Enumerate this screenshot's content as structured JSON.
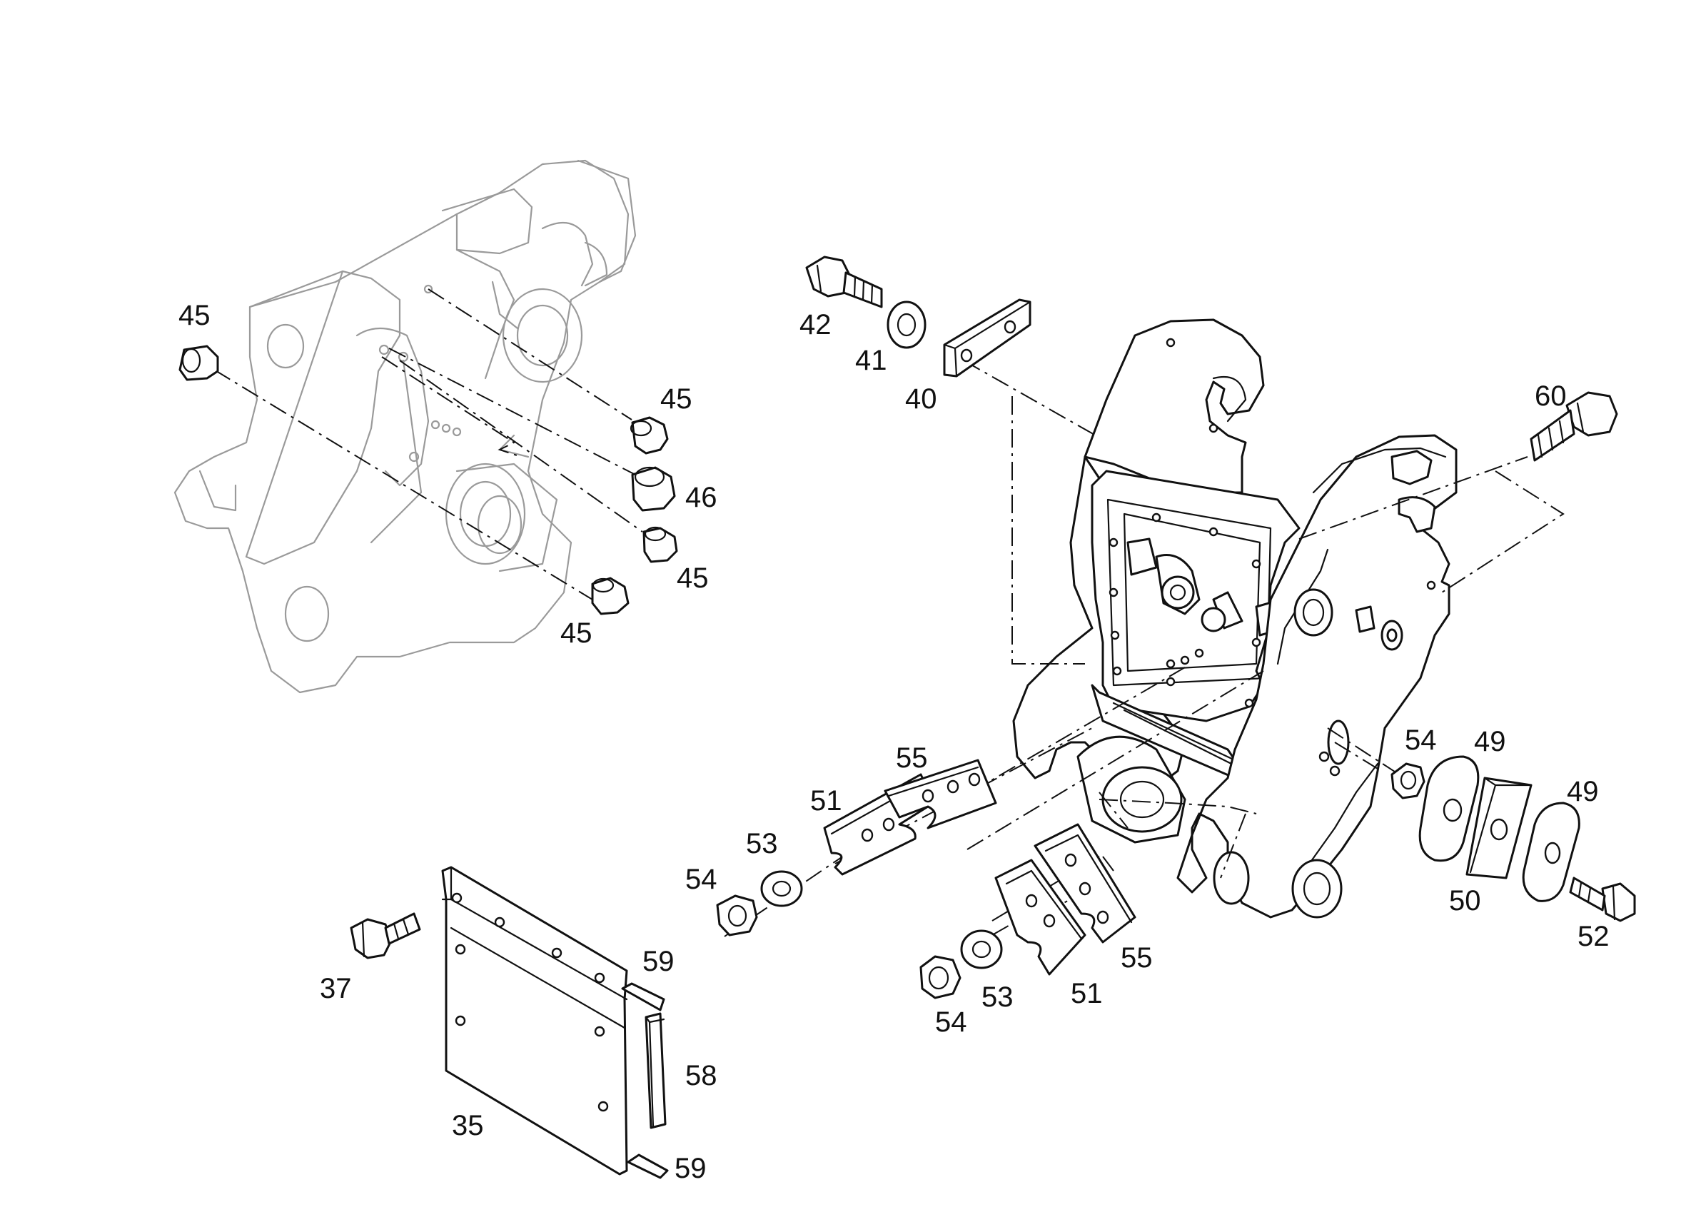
{
  "callouts": {
    "c35": "35",
    "c37": "37",
    "c40": "40",
    "c41": "41",
    "c42": "42",
    "c45a": "45",
    "c45b": "45",
    "c45c": "45",
    "c45d": "45",
    "c46": "46",
    "c49a": "49",
    "c49b": "49",
    "c50": "50",
    "c51a": "51",
    "c51b": "51",
    "c52": "52",
    "c53a": "53",
    "c53b": "53",
    "c54a": "54",
    "c54b": "54",
    "c54c": "54",
    "c55a": "55",
    "c55b": "55",
    "c58": "58",
    "c59a": "59",
    "c59b": "59",
    "c60": "60"
  },
  "colors": {
    "ink": "#111111",
    "ghost": "#9a9a9a",
    "paper": "#ffffff"
  }
}
